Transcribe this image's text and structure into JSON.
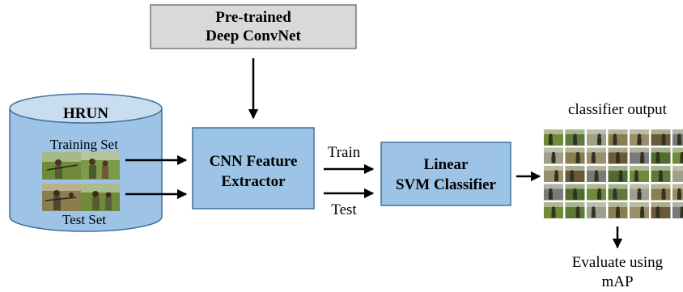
{
  "pretrained": {
    "line1": "Pre-trained",
    "line2": "Deep ConvNet"
  },
  "dataset": {
    "name": "HRUN",
    "training_label": "Training Set",
    "test_label": "Test Set"
  },
  "extractor": {
    "line1": "CNN Feature",
    "line2": "Extractor"
  },
  "edge_labels": {
    "train": "Train",
    "test": "Test"
  },
  "classifier": {
    "line1": "Linear",
    "line2": "SVM Classifier"
  },
  "output": {
    "title": "classifier output"
  },
  "evaluation": {
    "line1": "Evaluate using",
    "line2": "mAP"
  },
  "colors": {
    "box_fill": "#9dc3e6",
    "box_stroke": "#41719c",
    "pretrained_fill": "#d9d9d9",
    "cylinder_top": "#c9ddf0",
    "arrow": "#000000",
    "photo_green": "#6f8b3a",
    "photo_olive": "#8a7d4e"
  }
}
